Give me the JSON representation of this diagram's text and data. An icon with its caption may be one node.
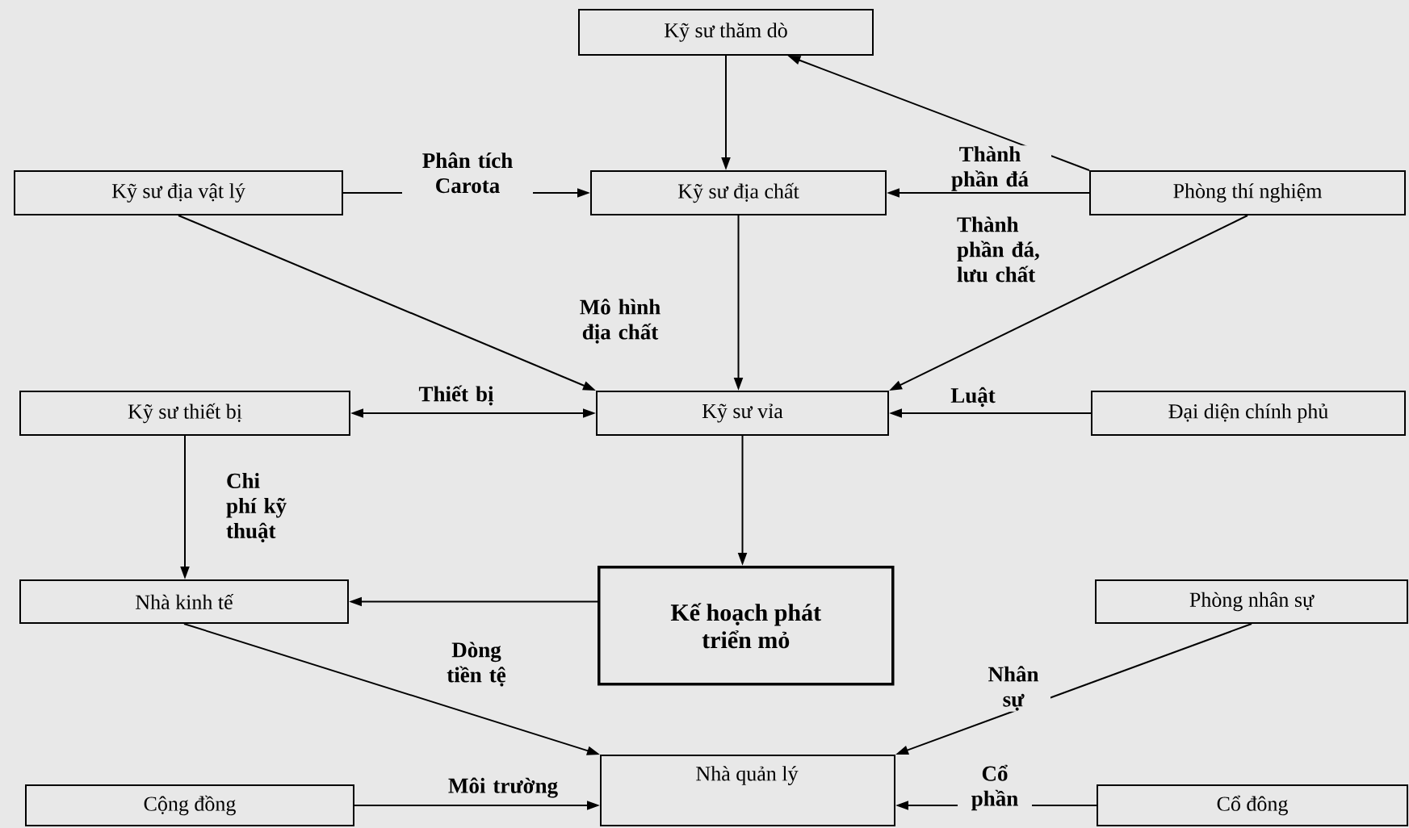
{
  "diagram": {
    "nodes": [
      {
        "text": [
          "Kỹ sư thăm dò"
        ]
      },
      {
        "text": [
          "Kỹ sư địa vật lý"
        ]
      },
      {
        "text": [
          "Kỹ sư địa chất"
        ]
      },
      {
        "text": [
          "Phòng thí nghiệm"
        ]
      },
      {
        "text": [
          "Kỹ sư thiết bị"
        ]
      },
      {
        "text": [
          "Kỹ sư vỉa"
        ]
      },
      {
        "text": [
          "Đại diện chính phủ"
        ]
      },
      {
        "text": [
          "Nhà kinh tế"
        ]
      },
      {
        "text": [
          "Kế hoạch phát triển mỏ"
        ]
      },
      {
        "text": [
          "Phòng nhân sự"
        ]
      },
      {
        "text": [
          "Nhà quản lý"
        ]
      },
      {
        "text": [
          "Cộng đồng"
        ]
      },
      {
        "text": [
          "Cổ đông"
        ]
      }
    ],
    "edges": [
      {
        "from": 0,
        "to": 2,
        "arrow": "to"
      },
      {
        "from": 3,
        "to": 0,
        "arrow": "to"
      },
      {
        "from": 1,
        "to": 2,
        "arrow": "to",
        "label": "Phân tích Carota"
      },
      {
        "from": 3,
        "to": 2,
        "arrow": "to",
        "label": "Thành phần đá"
      },
      {
        "from": 1,
        "to": 5,
        "arrow": "to"
      },
      {
        "from": 2,
        "to": 5,
        "arrow": "to",
        "label": "Mô hình địa chất"
      },
      {
        "from": 3,
        "to": 5,
        "arrow": "to",
        "label": "Thành phần đá, lưu chất"
      },
      {
        "from": 4,
        "to": 5,
        "arrow": "both",
        "label": "Thiết bị"
      },
      {
        "from": 6,
        "to": 5,
        "arrow": "to",
        "label": "Luật"
      },
      {
        "from": 5,
        "to": 8,
        "arrow": "to"
      },
      {
        "from": 4,
        "to": 7,
        "arrow": "to",
        "label": "Chi phí kỹ thuật"
      },
      {
        "from": 8,
        "to": 7,
        "arrow": "to"
      },
      {
        "from": 7,
        "to": 10,
        "arrow": "to",
        "label": "Dòng tiền tệ"
      },
      {
        "from": 9,
        "to": 10,
        "arrow": "to",
        "label": "Nhân sự"
      },
      {
        "from": 11,
        "to": 10,
        "arrow": "to",
        "label": "Môi trường"
      },
      {
        "from": 12,
        "to": 10,
        "arrow": "to",
        "label": "Cổ phần"
      }
    ]
  }
}
